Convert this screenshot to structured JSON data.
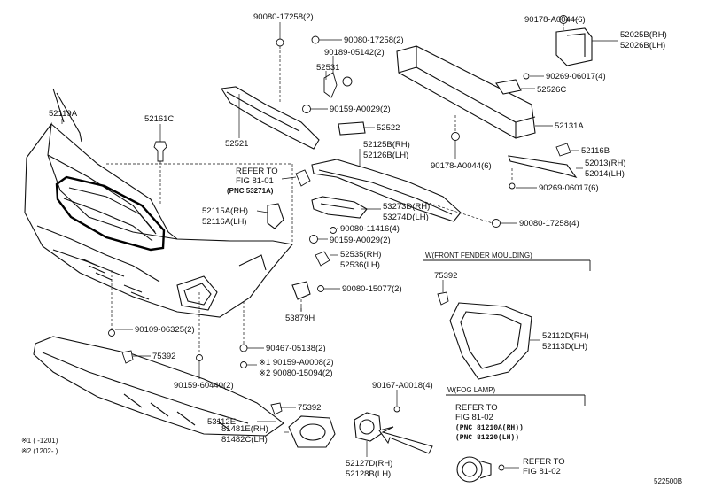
{
  "labels": {
    "p90080_17258_top": "90080-17258(2)",
    "p90080_17258_b": "90080-17258(2)",
    "p90189_05142": "90189-05142(2)",
    "p52531": "52531",
    "p90159_A0029_a": "90159-A0029(2)",
    "p52521": "52521",
    "p52522": "52522",
    "p52125B": "52125B(RH)",
    "p52126B": "52126B(LH)",
    "refer1_a": "REFER TO",
    "refer1_b": "FIG 81-01",
    "refer1_c": "(PNC 53271A)",
    "p52115A": "52115A(RH)",
    "p52116A": "52116A(LH)",
    "p53273D": "53273D(RH)",
    "p53274D": "53274D(LH)",
    "p90080_11416": "90080-11416(4)",
    "p90159_A0029_b": "90159-A0029(2)",
    "p52535": "52535(RH)",
    "p52536": "52536(LH)",
    "p90080_15077": "90080-15077(2)",
    "p53879H": "53879H",
    "p52119A": "52119A",
    "p52161C": "52161C",
    "p90109_06325": "90109-06325(2)",
    "p90467_05138": "90467-05138(2)",
    "p90159_A0008": "※1 90159-A0008(2)",
    "p90080_15094": "※2 90080-15094(2)",
    "p75392_a": "75392",
    "p90159_60440": "90159-60440(2)",
    "p53112E": "53112E",
    "p75392_b": "75392",
    "p81481E": "81481E(RH)",
    "p81482C": "81482C(LH)",
    "p52127D": "52127D(RH)",
    "p52128B": "52128B(LH)",
    "p90167_A0018": "90167-A0018(4)",
    "note1": "※1 (      -1201)",
    "note2": "※2 (1202-      )",
    "p90178_A0044_top": "90178-A0044(6)",
    "p52025B": "52025B(RH)",
    "p52026B": "52026B(LH)",
    "p90269_06017_a": "90269-06017(4)",
    "p52526C": "52526C",
    "p52131A": "52131A",
    "p52116B": "52116B",
    "p90178_A0044_b": "90178-A0044(6)",
    "p52013": "52013(RH)",
    "p52014": "52014(LH)",
    "p90269_06017_b": "90269-06017(6)",
    "p90080_17258_4": "90080-17258(4)",
    "box1_title": "W(FRONT FENDER MOULDING)",
    "p75392_c": "75392",
    "p52112D": "52112D(RH)",
    "p52113D": "52113D(LH)",
    "box2_title": "W(FOG LAMP)",
    "refer2_a": "REFER TO",
    "refer2_b": "FIG 81-02",
    "refer2_c": "(PNC 81210A(RH))",
    "refer2_d": "(PNC 81220(LH))",
    "refer3_a": "REFER TO",
    "refer3_b": "FIG 81-02",
    "fig_code": "522500B"
  }
}
